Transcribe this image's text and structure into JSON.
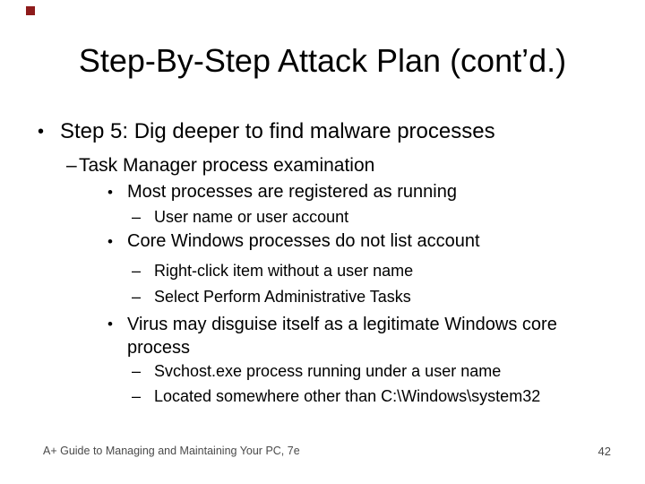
{
  "slide": {
    "title": "Step-By-Step Attack Plan (cont’d.)",
    "accent_square_color": "#8E1B1B",
    "bullets": [
      {
        "level": 1,
        "marker": "•",
        "text": "Step 5: Dig deeper to find malware processes"
      },
      {
        "level": 2,
        "marker": "–",
        "text": "Task Manager process examination"
      },
      {
        "level": 3,
        "marker": "•",
        "text": "Most processes are registered as running"
      },
      {
        "level": 4,
        "marker": "–",
        "text": "User name or user account"
      },
      {
        "level": 3,
        "marker": "•",
        "text": "Core Windows processes do not list account"
      },
      {
        "level": 4,
        "marker": "–",
        "text": "Right-click item without a user name"
      },
      {
        "level": 4,
        "marker": "–",
        "text": "Select Perform Administrative Tasks"
      },
      {
        "level": 3,
        "marker": "•",
        "text": "Virus may disguise itself as a legitimate Windows core process"
      },
      {
        "level": 4,
        "marker": "–",
        "text": "Svchost.exe process running under a user name"
      },
      {
        "level": 4,
        "marker": "–",
        "text": "Located somewhere other than C:\\Windows\\system32"
      }
    ],
    "footer": {
      "book": "A+ Guide to Managing and Maintaining Your PC, 7e",
      "page": "42"
    }
  }
}
